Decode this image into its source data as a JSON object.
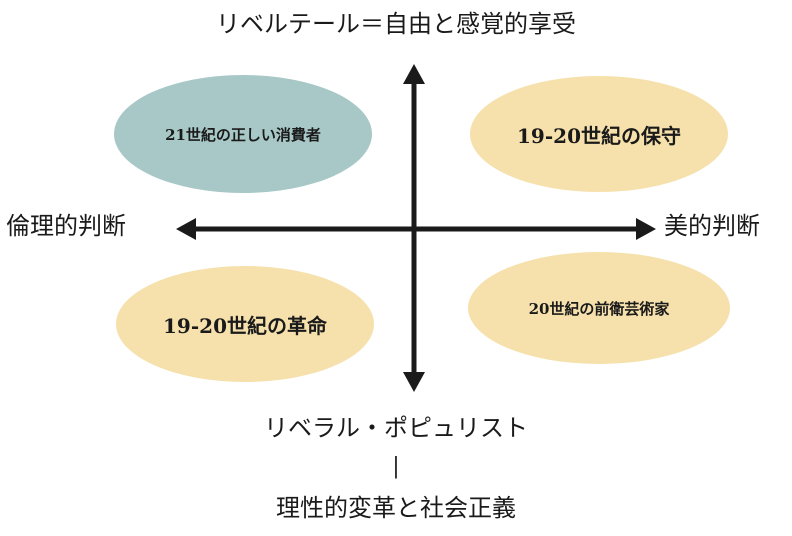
{
  "axes": {
    "top": "リベルテール＝自由と感覚的享受",
    "left": "倫理的判断",
    "right": "美的判断",
    "bottom_line1": "リベラル・ポピュリスト",
    "bottom_separator": "|",
    "bottom_line2": "理性的変革と社会正義"
  },
  "quadrants": {
    "top_left": "21世紀の正しい消費者",
    "top_right": "19-20世紀の保守",
    "bottom_left": "19-20世紀の革命",
    "bottom_right": "20世紀の前衛芸術家"
  },
  "colors": {
    "teal_fill": "#a7c8c6",
    "cream_fill": "#f6e1ac",
    "axis": "#1a1a1a"
  }
}
